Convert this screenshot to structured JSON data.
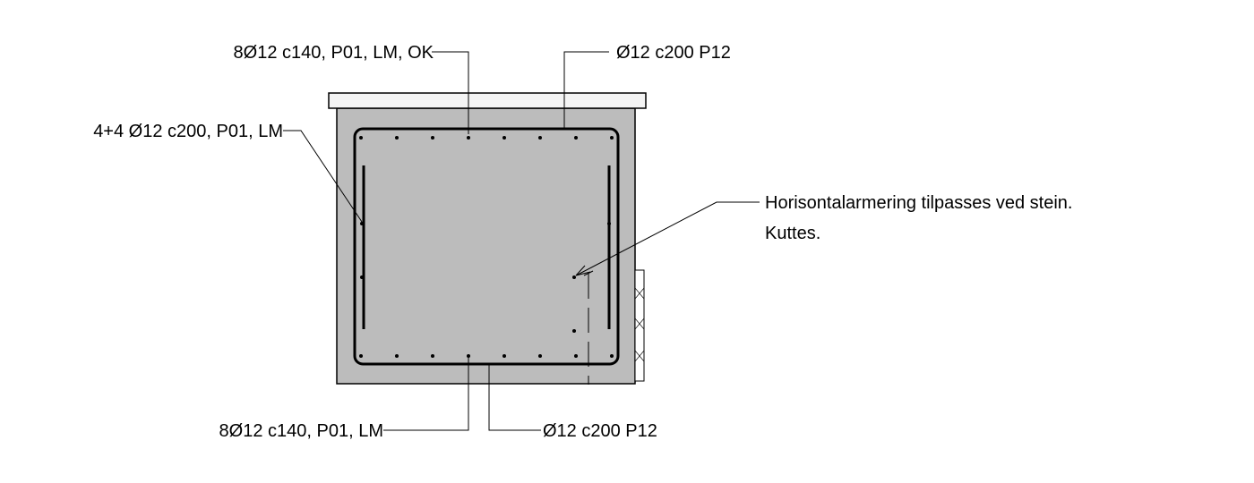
{
  "drawing": {
    "labels": {
      "top_longitudinal": "8Ø12 c140, P01, LM, OK",
      "top_stirrup": "Ø12 c200 P12",
      "side_longitudinal": "4+4 Ø12 c200, P01, LM",
      "note_line1": "Horisontalarmering tilpasses ved stein.",
      "note_line2": "Kuttes.",
      "bottom_longitudinal": "8Ø12  c140, P01, LM",
      "bottom_stirrup": "Ø12 c200 P12"
    },
    "colors": {
      "concrete": "#bcbcbc",
      "line": "#000000",
      "cap": "#f4f4f4",
      "background": "#ffffff"
    }
  }
}
